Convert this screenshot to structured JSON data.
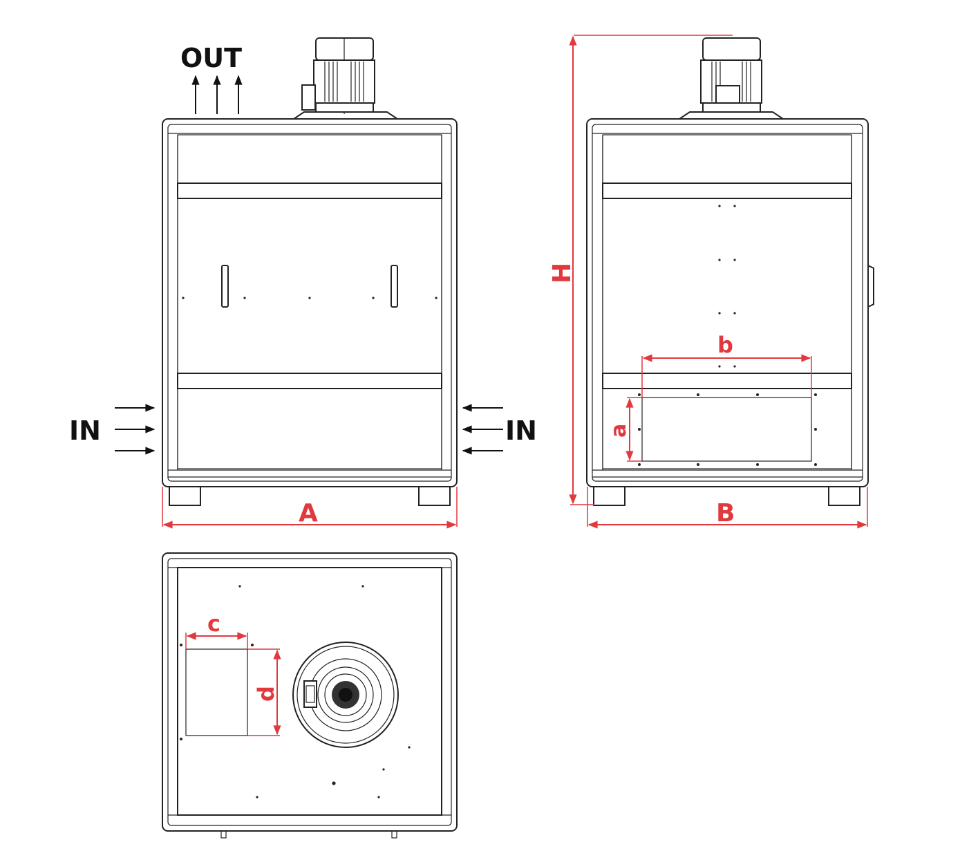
{
  "colors": {
    "line": "#222222",
    "dimension": "#e0393e",
    "label": "#111111"
  },
  "labels": {
    "out": "OUT",
    "in_left": "IN",
    "in_right": "IN",
    "dim_a_width": "A",
    "dim_b_depth": "B",
    "dim_h_height": "H",
    "dim_b_opening": "b",
    "dim_a_opening": "a",
    "dim_c_outlet": "c",
    "dim_d_outlet": "d"
  }
}
